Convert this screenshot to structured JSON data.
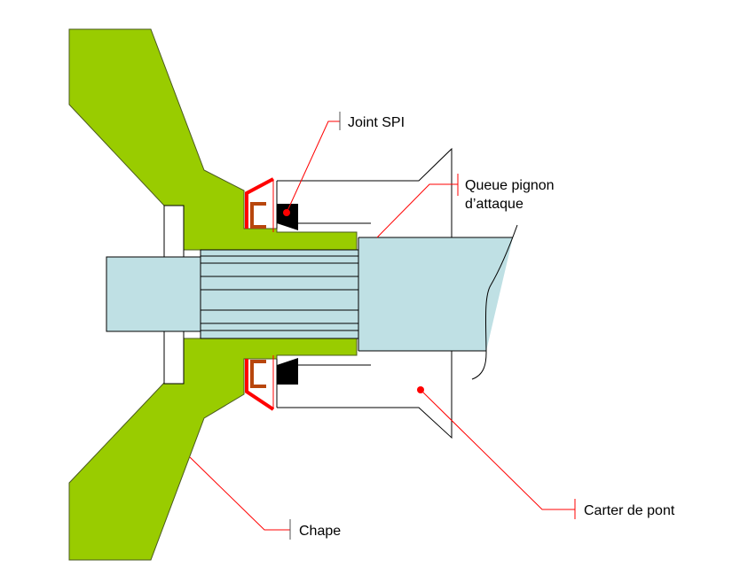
{
  "diagram": {
    "title": "Coupe montage chape / queue pignon d'attaque",
    "labels": {
      "joint_spi": "Joint SPI",
      "queue_pignon_line1": "Queue pignon",
      "queue_pignon_line2": "d’attaque",
      "carter_de_pont": "Carter de pont",
      "chape": "Chape"
    },
    "colors": {
      "chape": "#99CC00",
      "shaft": "#BFE0E4",
      "seal_frame": "#FF0000",
      "seal_insert": "#B8460C",
      "seal_lip": "#000000",
      "leader": "#FF0000",
      "outline": "#000000",
      "housing_line": "#808080"
    },
    "splines": {
      "count": 8
    }
  }
}
